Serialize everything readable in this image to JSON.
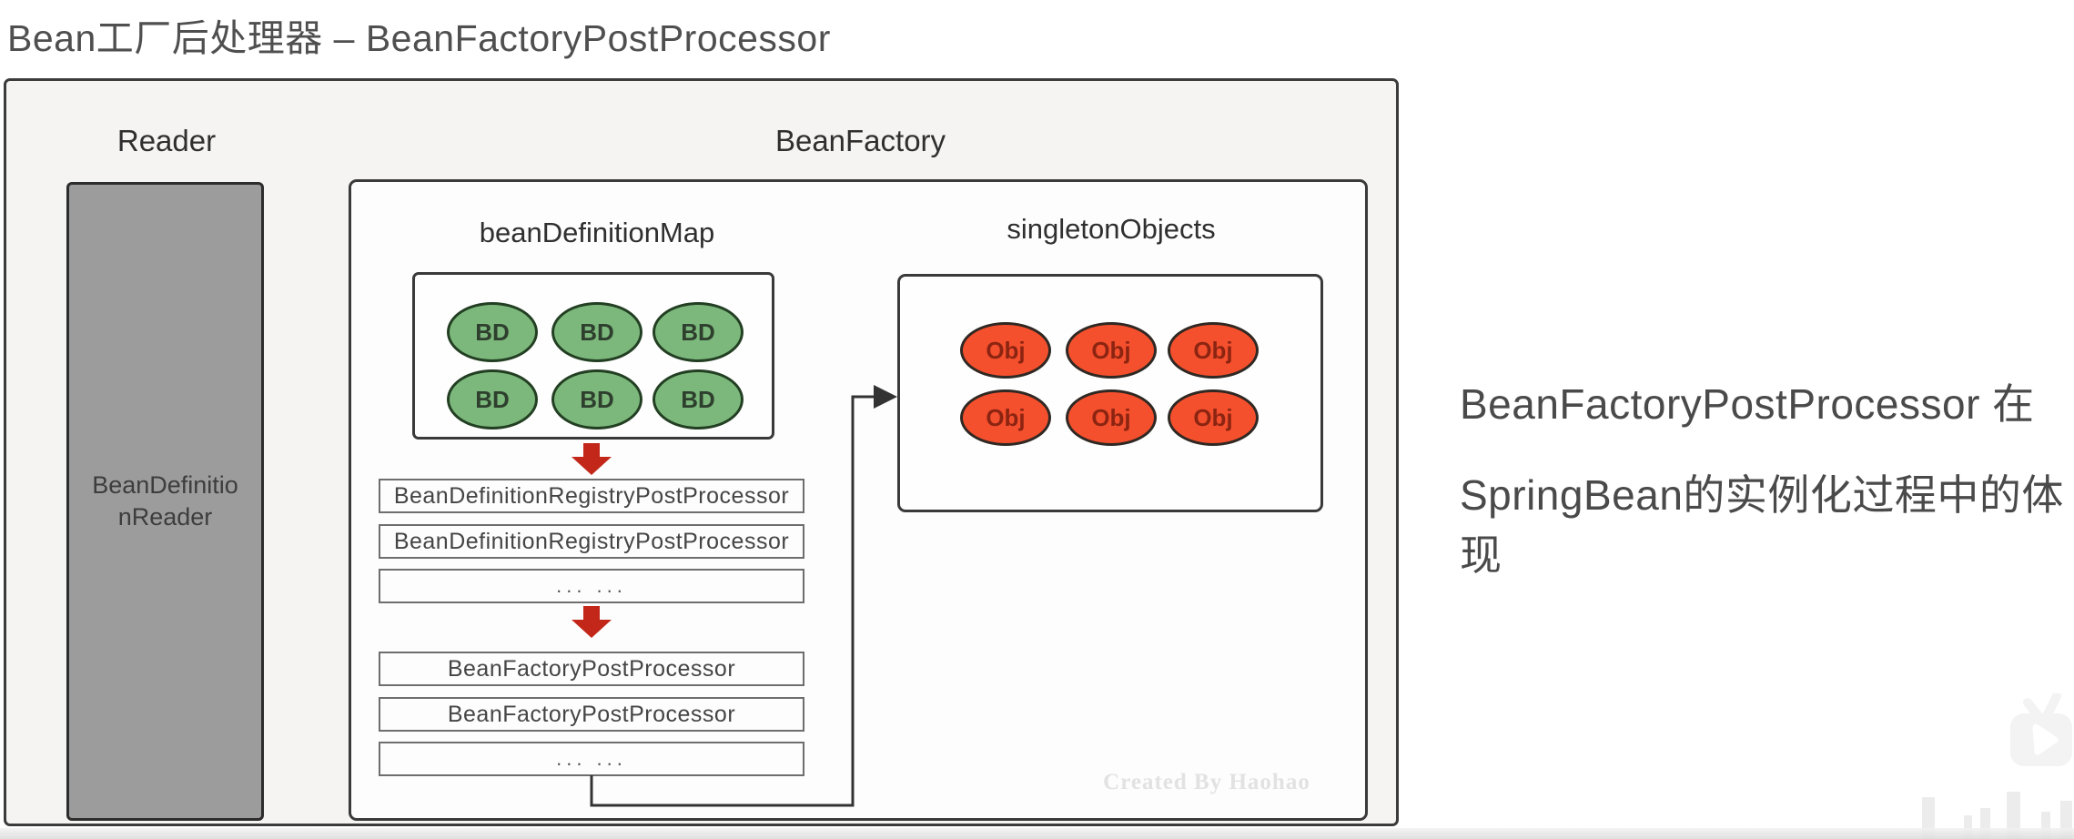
{
  "title": "Bean工厂后处理器 – BeanFactoryPostProcessor",
  "reader": {
    "label": "Reader",
    "box_line1": "BeanDefinitio",
    "box_line2": "nReader"
  },
  "bean_factory": {
    "label": "BeanFactory",
    "bean_definition_map": {
      "label": "beanDefinitionMap",
      "items": [
        "BD",
        "BD",
        "BD",
        "BD",
        "BD",
        "BD"
      ]
    },
    "singleton_objects": {
      "label": "singletonObjects",
      "items": [
        "Obj",
        "Obj",
        "Obj",
        "Obj",
        "Obj",
        "Obj"
      ]
    },
    "registry_processors": [
      "BeanDefinitionRegistryPostProcessor",
      "BeanDefinitionRegistryPostProcessor",
      "... ..."
    ],
    "factory_processors": [
      "BeanFactoryPostProcessor",
      "BeanFactoryPostProcessor",
      "... ..."
    ],
    "watermark": "Created By Haohao"
  },
  "annotation": {
    "line1": "BeanFactoryPostProcessor 在",
    "line2": "SpringBean的实例化过程中的体现"
  },
  "colors": {
    "bd_fill": "#7cb87c",
    "bd_border": "#233f23",
    "obj_fill": "#f5502d",
    "obj_border": "#2f2823",
    "arrow_red": "#c2271a",
    "box_border": "#3a3a3a",
    "reader_fill": "#9c9c9c"
  }
}
